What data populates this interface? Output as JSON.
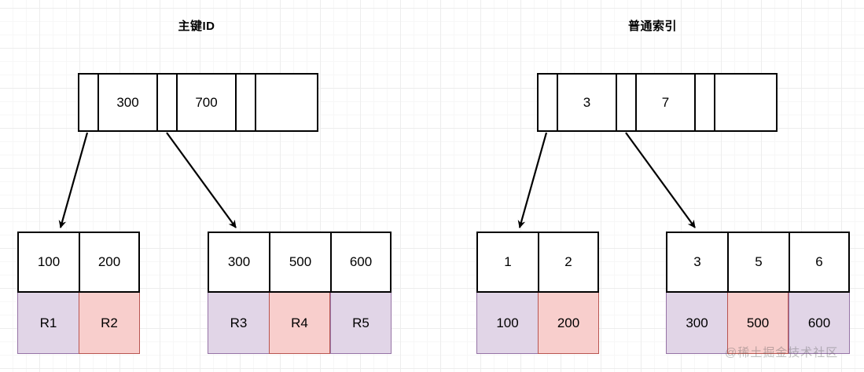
{
  "diagram": {
    "background_color": "#ffffff",
    "grid_minor_color": "#f7f7f7",
    "grid_major_color": "#ededed",
    "stroke_color": "#000000",
    "purple_fill": "#e1d5e7",
    "purple_stroke": "#9673a6",
    "red_fill": "#f8cecc",
    "red_stroke": "#b85450"
  },
  "titles": {
    "left": "主键ID",
    "right": "普通索引"
  },
  "left_tree": {
    "root": {
      "cells": [
        "",
        "300",
        "",
        "700",
        "",
        ""
      ]
    },
    "leaves": [
      {
        "keys": [
          "100",
          "200"
        ],
        "values": [
          "R1",
          "R2"
        ],
        "value_colors": [
          "purple",
          "red"
        ]
      },
      {
        "keys": [
          "300",
          "500",
          "600"
        ],
        "values": [
          "R3",
          "R4",
          "R5"
        ],
        "value_colors": [
          "purple",
          "red",
          "purple"
        ]
      }
    ]
  },
  "right_tree": {
    "root": {
      "cells": [
        "",
        "3",
        "",
        "7",
        "",
        ""
      ]
    },
    "leaves": [
      {
        "keys": [
          "1",
          "2"
        ],
        "values": [
          "100",
          "200"
        ],
        "value_colors": [
          "purple",
          "red"
        ]
      },
      {
        "keys": [
          "3",
          "5",
          "6"
        ],
        "values": [
          "300",
          "500",
          "600"
        ],
        "value_colors": [
          "purple",
          "red",
          "purple"
        ]
      }
    ]
  },
  "watermark": {
    "text": "@稀土掘金技术社区"
  }
}
